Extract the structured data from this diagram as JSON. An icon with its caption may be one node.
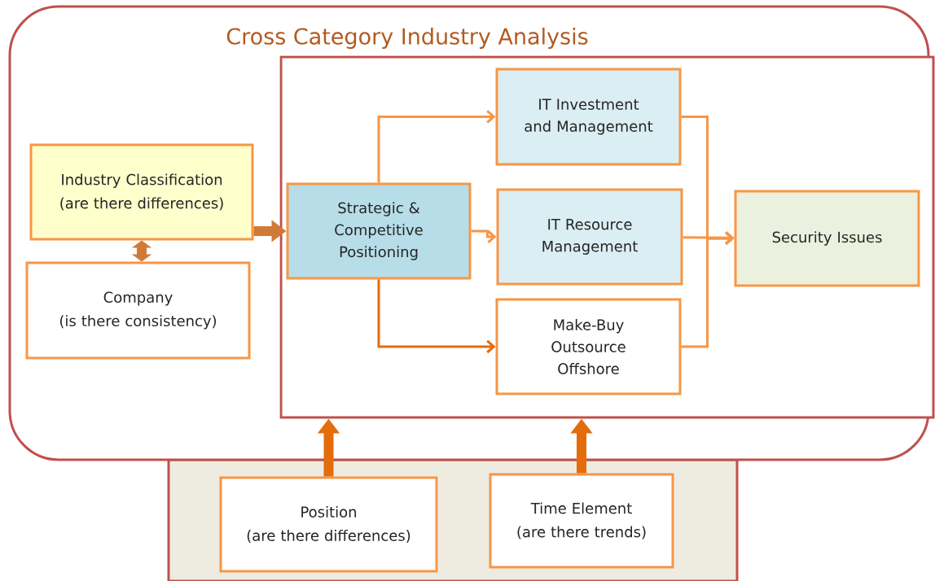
{
  "diagram": {
    "nodes": [
      {
        "text": [
          "Cross Category Industry Analysis"
        ]
      },
      {
        "text": [],
        "shape": "box",
        "in": 0
      },
      {
        "text": [
          "Industry Classification",
          "(are there differences)"
        ],
        "in": 0
      },
      {
        "text": [
          "Company",
          "(is there consistency)"
        ],
        "in": 0
      },
      {
        "text": [
          "Strategic & Competitive Positioning"
        ],
        "in": 1
      },
      {
        "text": [
          "IT Investment and Management"
        ],
        "in": 1
      },
      {
        "text": [
          "IT Resource Management"
        ],
        "in": 1
      },
      {
        "text": [
          "Make-Buy Outsource Offshore"
        ],
        "in": 1
      },
      {
        "text": [
          "Security Issues"
        ],
        "in": 1
      },
      {
        "text": [],
        "shape": "box"
      },
      {
        "text": [
          "Position",
          "(are there differences)"
        ],
        "in": 9
      },
      {
        "text": [
          "Time Element",
          "(are there trends)"
        ],
        "in": 9
      }
    ],
    "edges": [
      {
        "from": 2,
        "to": 3,
        "arrow": "both",
        "style": "thick",
        "color": "#d07a38"
      },
      {
        "from": 2,
        "to": 4,
        "arrow": "to",
        "style": "thick",
        "color": "#d07a38"
      },
      {
        "from": 4,
        "to": 5,
        "arrow": "to"
      },
      {
        "from": 4,
        "to": 6,
        "arrow": "to"
      },
      {
        "from": 4,
        "to": 7,
        "arrow": "to",
        "color": "#e46c0a"
      },
      {
        "from": 5,
        "to": 8,
        "arrow": "to"
      },
      {
        "from": 6,
        "to": 8,
        "arrow": "to"
      },
      {
        "from": 7,
        "to": 8,
        "arrow": "to"
      },
      {
        "from": 10,
        "to": 1,
        "arrow": "to",
        "style": "thick",
        "color": "#e46c0a"
      },
      {
        "from": 11,
        "to": 1,
        "arrow": "to",
        "style": "thick",
        "color": "#e46c0a"
      }
    ]
  }
}
